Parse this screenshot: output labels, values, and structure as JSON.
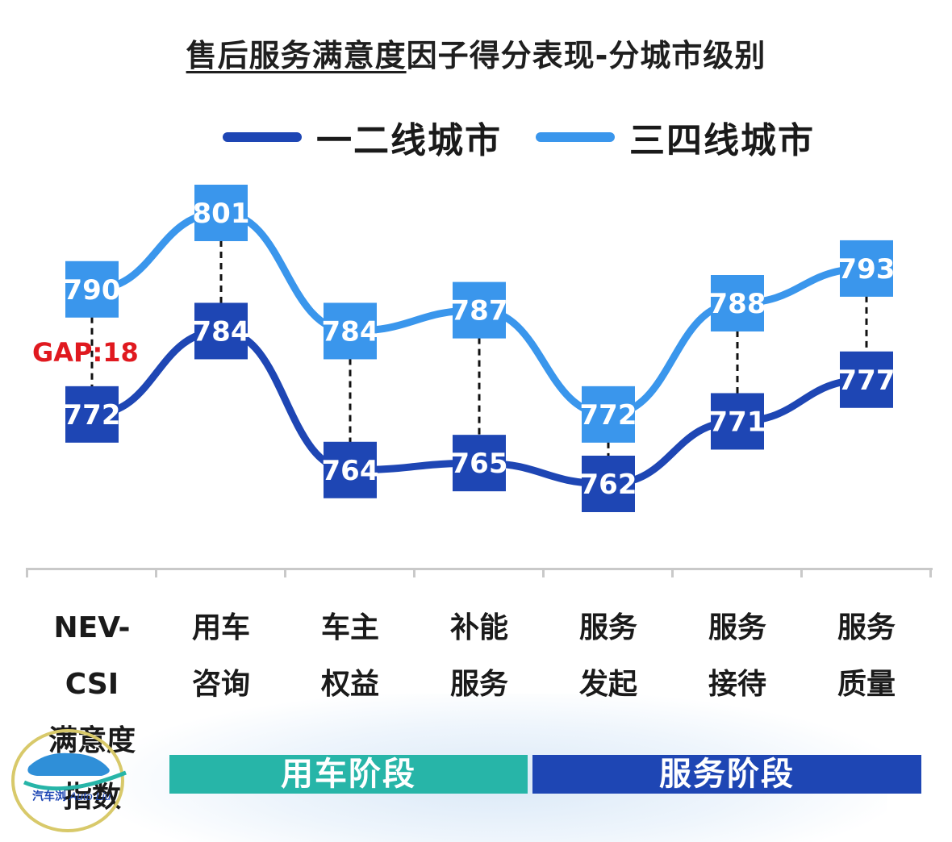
{
  "title": {
    "underlined": "售后服务满意度",
    "rest": "因子得分表现-分城市级别"
  },
  "legend": {
    "series1": {
      "label": "一二线城市",
      "color": "#1e46b4"
    },
    "series2": {
      "label": "三四线城市",
      "color": "#3a96ec"
    }
  },
  "annotations": {
    "gap": "GAP:18"
  },
  "stages": [
    {
      "label": "用车阶段",
      "color": "#27b5a8"
    },
    {
      "label": "服务阶段",
      "color": "#1e46b4"
    }
  ],
  "categories": [
    {
      "line1": "NEV-CSI",
      "line2": "满意度",
      "line3": "指数"
    },
    {
      "line1": "用车",
      "line2": "咨询"
    },
    {
      "line1": "车主",
      "line2": "权益"
    },
    {
      "line1": "补能",
      "line2": "服务"
    },
    {
      "line1": "服务",
      "line2": "发起"
    },
    {
      "line1": "服务",
      "line2": "接待"
    },
    {
      "line1": "服务",
      "line2": "质量"
    }
  ],
  "logo": {
    "text": "汽车浏 Auto Liu"
  },
  "chart_data": {
    "type": "line",
    "title": "售后服务满意度因子得分表现-分城市级别",
    "categories": [
      "NEV-CSI满意度指数",
      "用车咨询",
      "车主权益",
      "补能服务",
      "服务发起",
      "服务接待",
      "服务质量"
    ],
    "series": [
      {
        "name": "一二线城市",
        "values": [
          772,
          784,
          764,
          765,
          762,
          771,
          777
        ],
        "color": "#1e46b4"
      },
      {
        "name": "三四线城市",
        "values": [
          790,
          801,
          784,
          787,
          772,
          788,
          793
        ],
        "color": "#3a96ec"
      }
    ],
    "legend": "top",
    "grid": false
  }
}
